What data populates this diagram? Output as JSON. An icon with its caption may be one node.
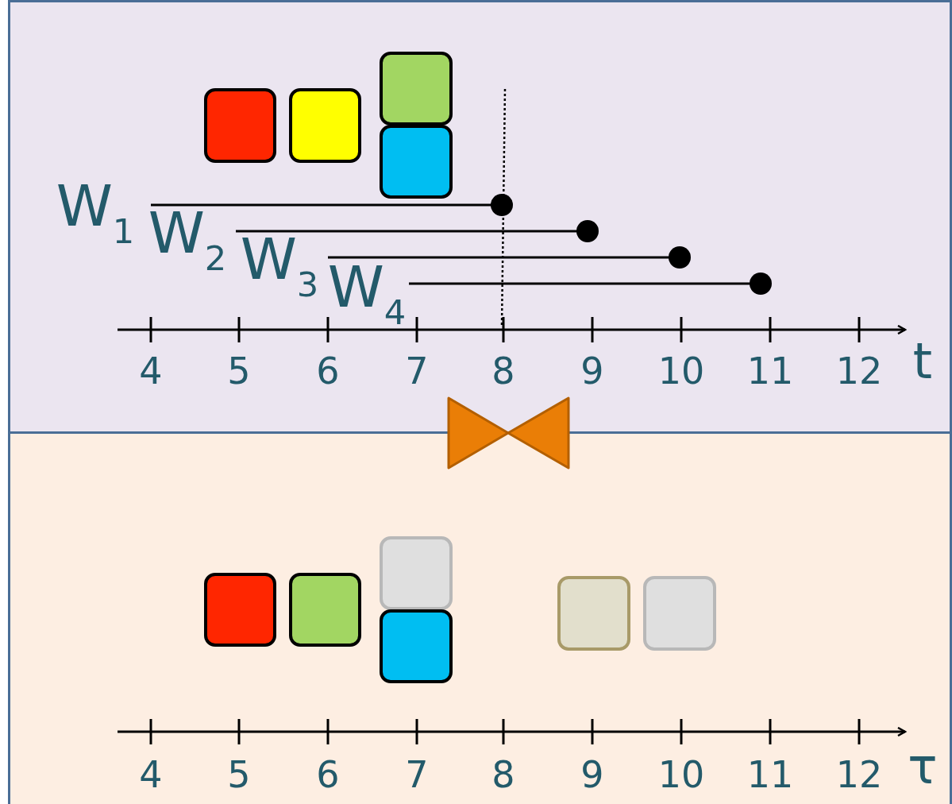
{
  "diagram": {
    "nodes": [
      {
        "text": [],
        "shape": "box"
      },
      {
        "text": [],
        "shape": "box"
      },
      {
        "text": [],
        "shape": "box"
      },
      {
        "text": [],
        "shape": "box"
      },
      {
        "text": [],
        "shape": "box"
      },
      {
        "text": [],
        "shape": "box"
      },
      {
        "text": [],
        "shape": "box"
      },
      {
        "text": [],
        "shape": "box"
      },
      {
        "text": [],
        "shape": "box"
      },
      {
        "text": [],
        "shape": "box"
      }
    ],
    "labels": [
      "W$_{1}$",
      "W$_{2}$",
      "W$_{3}$",
      "W$_{4}$",
      "4",
      "5",
      "6",
      "7",
      "8",
      "9",
      "10",
      "11",
      "12",
      "t",
      "4",
      "5",
      "6",
      "7",
      "8",
      "9",
      "10",
      "11",
      "12",
      "τ"
    ]
  }
}
